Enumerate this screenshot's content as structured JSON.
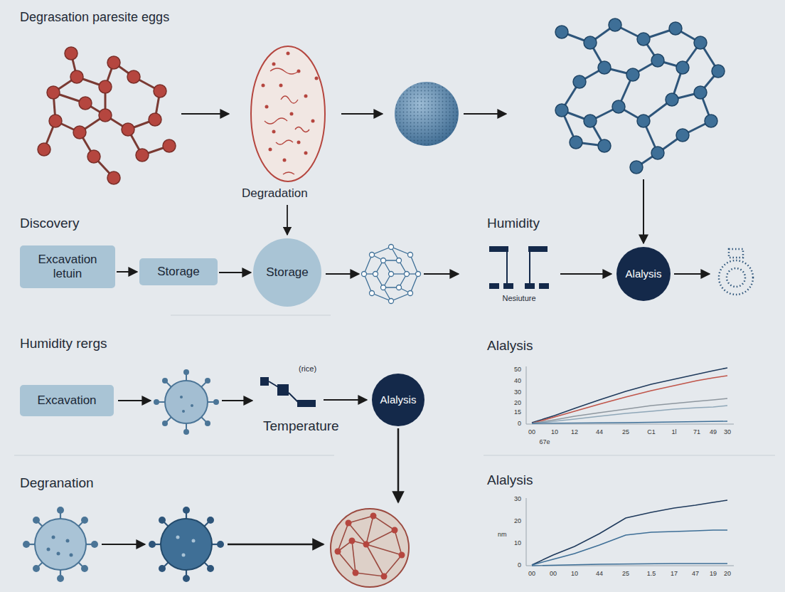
{
  "diagram": {
    "title": "Degrasation paresite eggs",
    "nodes": [
      {
        "text": [
          "Excavation letuin"
        ]
      },
      {
        "text": [
          "Storage"
        ]
      },
      {
        "text": [
          "Storage"
        ]
      },
      {
        "text": [
          "Alalysis"
        ]
      },
      {
        "text": [
          "Excavation"
        ]
      },
      {
        "text": [
          "Alalysis"
        ]
      }
    ],
    "edges": [
      {
        "from": 0,
        "to": 1,
        "arrow": "to"
      },
      {
        "from": 1,
        "to": 2,
        "arrow": "to"
      }
    ],
    "labels": [
      "Degradation",
      "Discovery",
      "Humidity",
      "Nesiuture",
      "Humidity rergs",
      "(rice)",
      "Temperature",
      "Degranation",
      "Alalysis",
      "50",
      "40",
      "30",
      "20",
      "15",
      "0",
      "00",
      "10",
      "12",
      "44",
      "25",
      "C1",
      "1l",
      "71",
      "49",
      "30",
      "67e",
      "Alalysis",
      "nm",
      "30",
      "20",
      "10",
      "0",
      "00",
      "00",
      "10",
      "44",
      "25",
      "1.5",
      "17",
      "47",
      "19",
      "20"
    ]
  }
}
